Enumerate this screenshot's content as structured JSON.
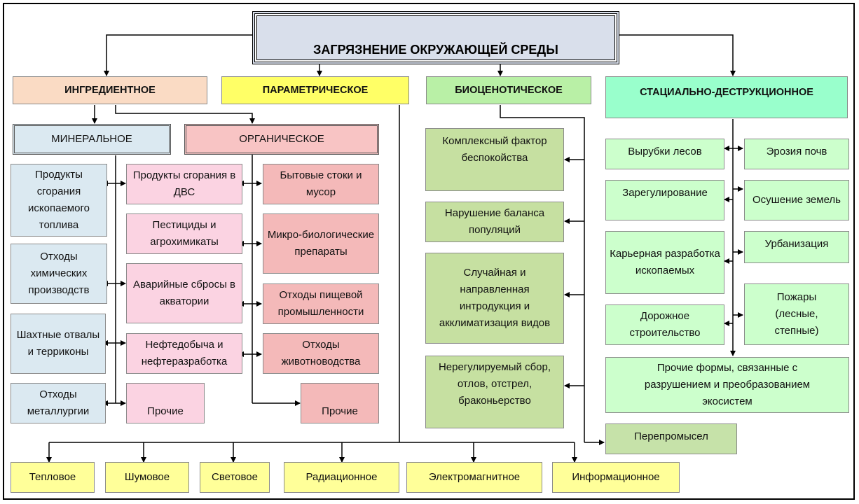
{
  "title": "ЗАГРЯЗНЕНИЕ ОКРУЖАЮЩЕЙ СРЕДЫ",
  "categories": {
    "ingredient": "ИНГРЕДИЕНТНОЕ",
    "parametric": "ПАРАМЕТРИЧЕСКОЕ",
    "biocenotic": "БИОЦЕНОТИЧЕСКОЕ",
    "stational": "СТАЦИАЛЬНО-ДЕСТРУКЦИОННОЕ"
  },
  "subcategories": {
    "mineral": "МИНЕРАЛЬНОЕ",
    "organic": "ОРГАНИЧЕСКОЕ"
  },
  "mineral_items": [
    "Продукты сгорания ископаемого топлива",
    "Отходы химических производств",
    "Шахтные отвалы и терриконы",
    "Отходы металлургии"
  ],
  "middle_items": [
    "Продукты сгорания в ДВС",
    "Пестициды и агрохимикаты",
    "Аварийные сбросы в акватории",
    "Нефтедобыча и нефтеразработка",
    "Прочие"
  ],
  "organic_items": [
    "Бытовые стоки и мусор",
    "Микро-биологические препараты",
    "Отходы пищевой промышленности",
    "Отходы животноводства",
    "Прочие"
  ],
  "biocenotic_items": [
    "Комплексный фактор беспокойства",
    "Нарушение баланса популяций",
    "Случайная и направленная интродукция и акклиматизация видов",
    "Нерегулируемый сбор, отлов, отстрел, браконьерство"
  ],
  "stational_left": [
    "Вырубки лесов",
    "Зарегулирование",
    "Карьерная разработка ископаемых",
    "Дорожное строительство"
  ],
  "stational_right": [
    "Эрозия почв",
    "Осушение земель",
    "Урбанизация",
    "Пожары (лесные, степные)"
  ],
  "stational_other": "Прочие формы, связанные с разрушением и преобразованием экосистем",
  "overfishing": "Перепромысел",
  "parametric_items": [
    "Тепловое",
    "Шумовое",
    "Световое",
    "Радиационное",
    "Электромагнитное",
    "Информационное"
  ]
}
